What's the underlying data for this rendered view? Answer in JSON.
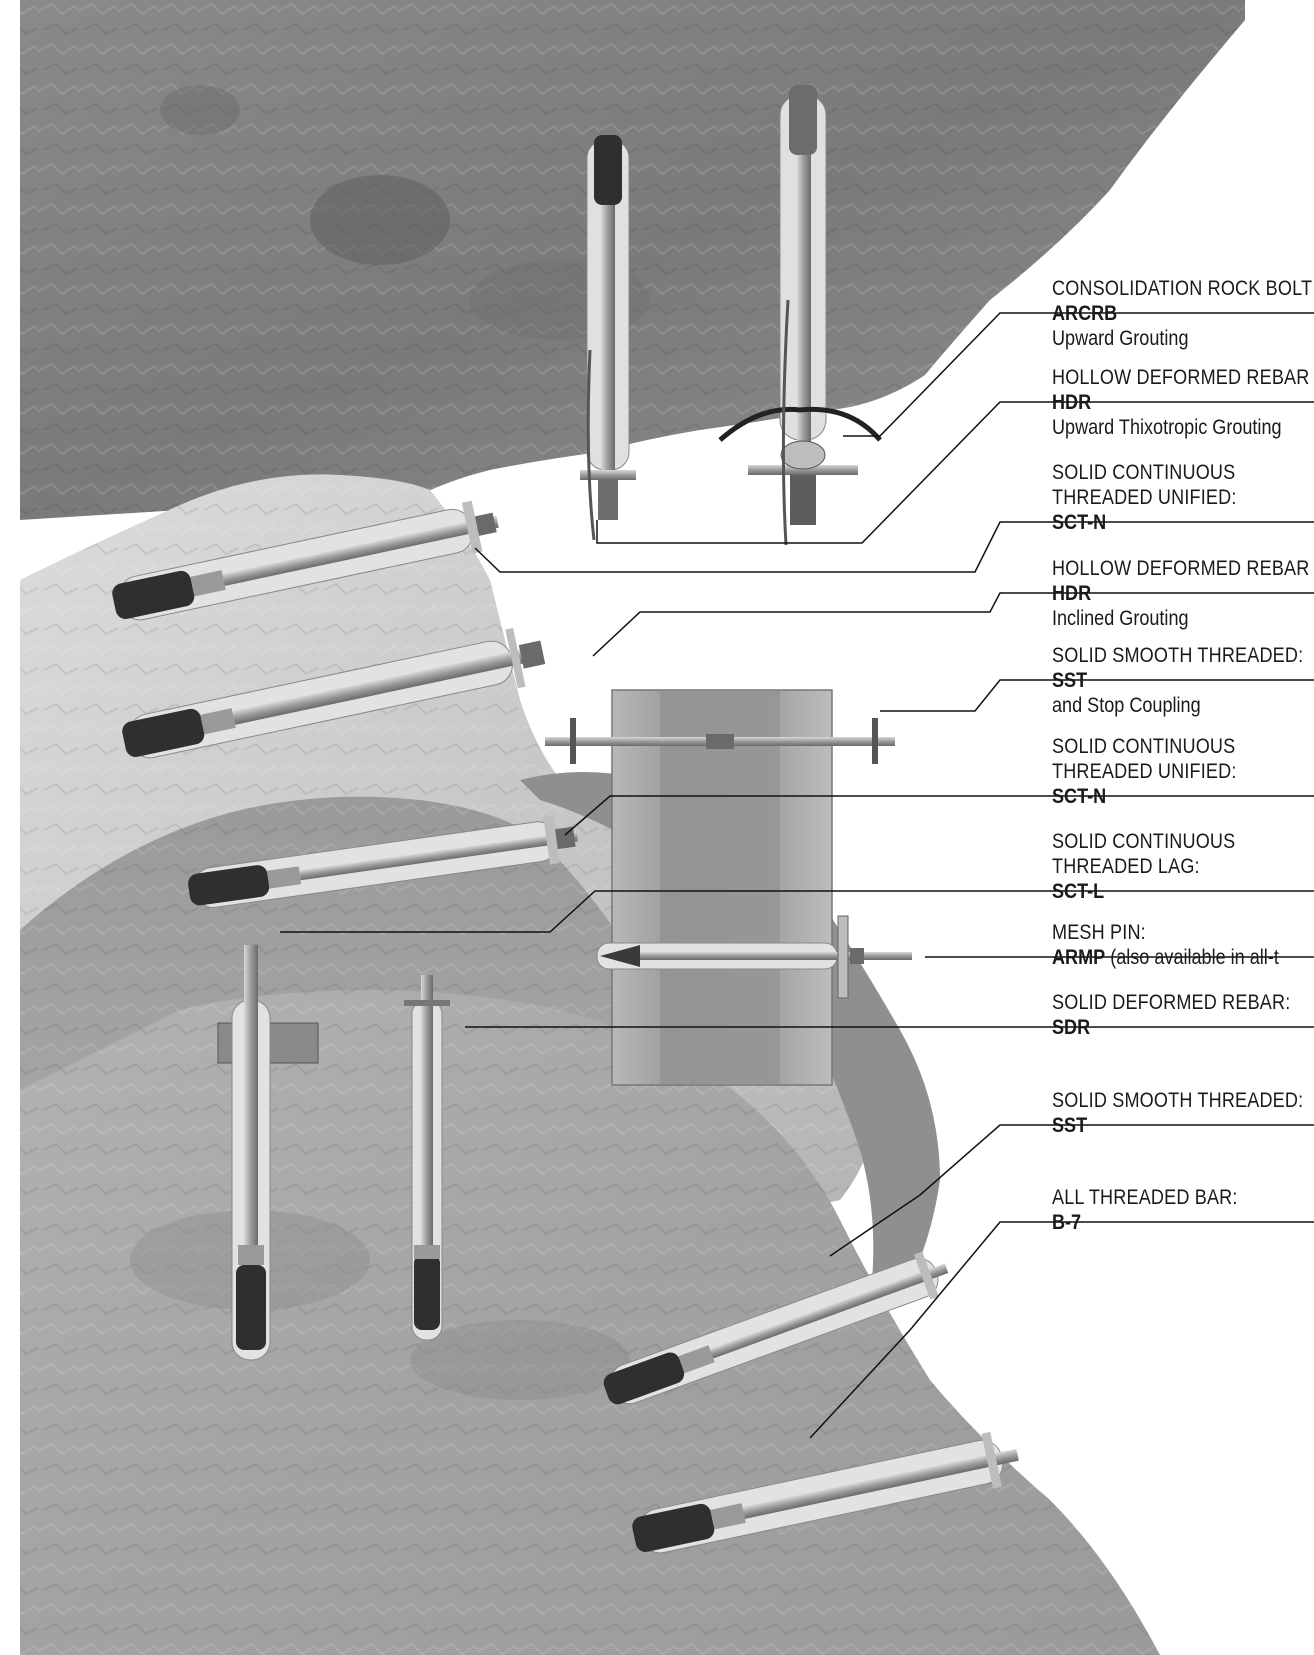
{
  "labels": [
    {
      "lines": [
        "CONSOLIDATION ROCK BOLT"
      ],
      "code": "ARCRB",
      "code_suffix": "",
      "note": "Upward Grouting"
    },
    {
      "lines": [
        "HOLLOW DEFORMED REBAR"
      ],
      "code": "HDR",
      "code_suffix": "",
      "note": "Upward Thixotropic Grouting"
    },
    {
      "lines": [
        "SOLID CONTINUOUS",
        "THREADED UNIFIED:"
      ],
      "code": "SCT-N",
      "code_suffix": "",
      "note": ""
    },
    {
      "lines": [
        "HOLLOW DEFORMED REBAR"
      ],
      "code": "HDR",
      "code_suffix": "",
      "note": "Inclined Grouting"
    },
    {
      "lines": [
        "SOLID SMOOTH THREADED:"
      ],
      "code": "SST",
      "code_suffix": "",
      "note": "and Stop Coupling"
    },
    {
      "lines": [
        "SOLID CONTINUOUS",
        "THREADED UNIFIED:"
      ],
      "code": "SCT-N",
      "code_suffix": "",
      "note": ""
    },
    {
      "lines": [
        "SOLID CONTINUOUS",
        "THREADED LAG:"
      ],
      "code": "SCT-L",
      "code_suffix": "",
      "note": ""
    },
    {
      "lines": [
        "MESH PIN:"
      ],
      "code": "ARMP",
      "code_suffix": " (also available in all-t",
      "note": ""
    },
    {
      "lines": [
        "SOLID DEFORMED REBAR:"
      ],
      "code": "SDR",
      "code_suffix": "",
      "note": ""
    },
    {
      "lines": [
        "SOLID SMOOTH THREADED:"
      ],
      "code": "SST",
      "code_suffix": "",
      "note": ""
    },
    {
      "lines": [
        "ALL THREADED BAR:"
      ],
      "code": "B-7",
      "code_suffix": "",
      "note": ""
    }
  ],
  "colors": {
    "rock_dark": "#7d7d7d",
    "rock_mid": "#9c9c9c",
    "rock_light": "#c9c9c9",
    "steel": "#a7a7a7",
    "anchor_dark": "#2d2d2d",
    "leader": "#111111"
  }
}
